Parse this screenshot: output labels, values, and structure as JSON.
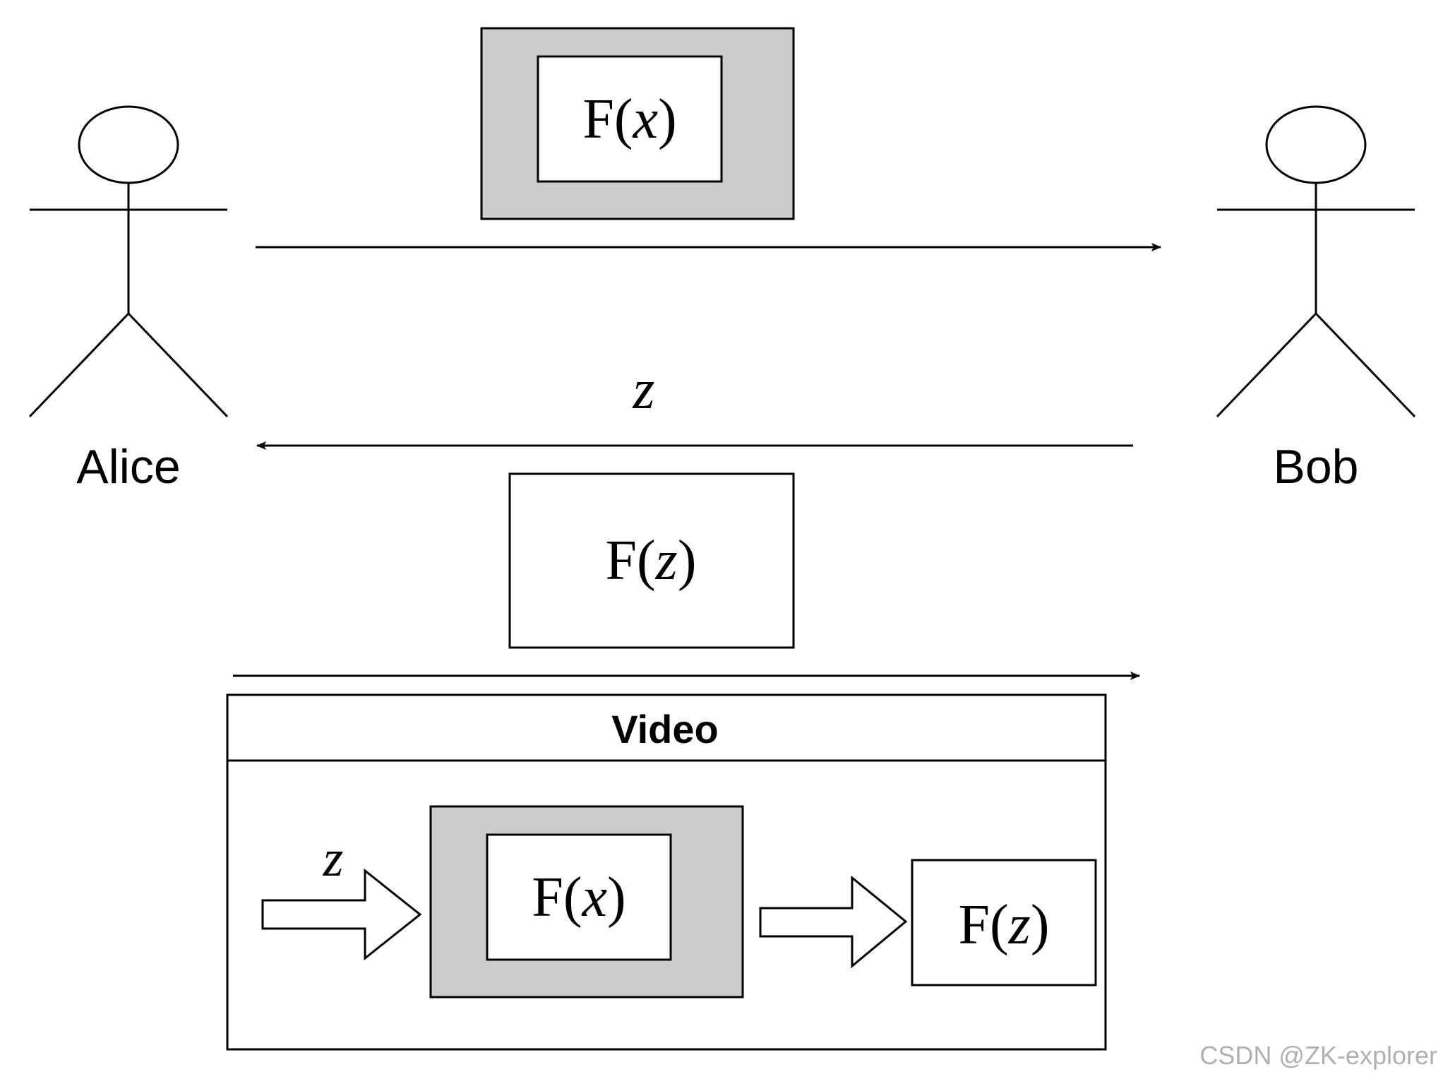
{
  "actors": {
    "left": {
      "name": "Alice"
    },
    "right": {
      "name": "Bob"
    }
  },
  "messages": {
    "commitment": {
      "box_func": "F",
      "box_var": "x",
      "direction": "Alice to Bob"
    },
    "challenge": {
      "label": "z",
      "direction": "Bob to Alice"
    },
    "response": {
      "box_func": "F",
      "box_var": "z",
      "direction": "Alice to Bob"
    }
  },
  "video_panel": {
    "title": "Video",
    "input_label": "z",
    "process_box": {
      "func": "F",
      "var": "x"
    },
    "output_box": {
      "func": "F",
      "var": "z"
    }
  },
  "watermark": "CSDN @ZK-explorer",
  "colors": {
    "stroke": "#000000",
    "gray_fill": "#cccccc",
    "white_fill": "#ffffff",
    "watermark": "#b0b0b0"
  }
}
